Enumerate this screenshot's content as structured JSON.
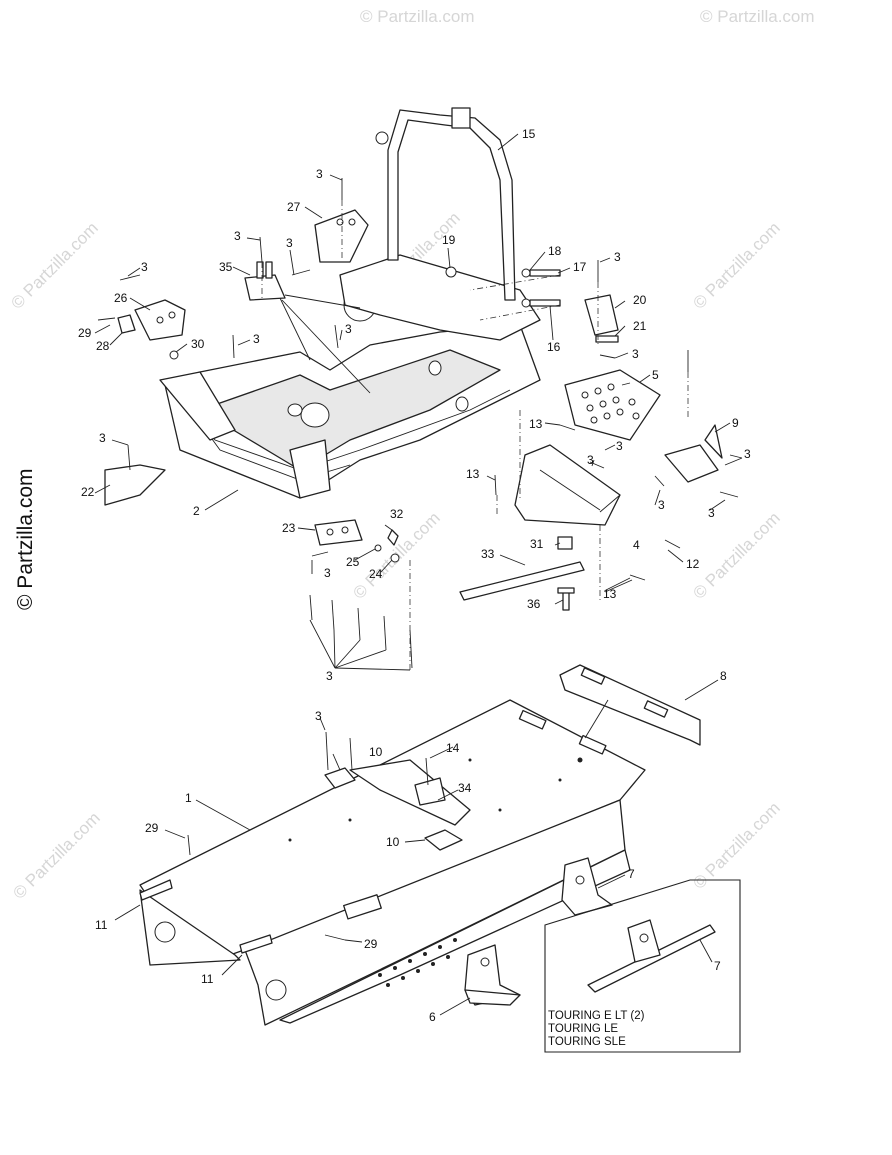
{
  "watermark": {
    "text": "© Partzilla.com",
    "side_text": "© Partzilla.com"
  },
  "callouts": {
    "n1": "1",
    "n2": "2",
    "n3": "3",
    "n4": "4",
    "n5": "5",
    "n6": "6",
    "n7": "7",
    "n8": "8",
    "n9": "9",
    "n10": "10",
    "n11": "11",
    "n12": "12",
    "n13": "13",
    "n14": "14",
    "n15": "15",
    "n16": "16",
    "n17": "17",
    "n18": "18",
    "n19": "19",
    "n20": "20",
    "n21": "21",
    "n22": "22",
    "n23": "23",
    "n24": "24",
    "n25": "25",
    "n26": "26",
    "n27": "27",
    "n28": "28",
    "n29": "29",
    "n30": "30",
    "n31": "31",
    "n32": "32",
    "n33": "33",
    "n34": "34",
    "n35": "35",
    "n36": "36"
  },
  "inset": {
    "lines": [
      "TOURING E LT (2)",
      "TOURING LE",
      "TOURING SLE"
    ]
  },
  "colors": {
    "line": "#222222",
    "watermark": "#d6d6d6",
    "background": "#ffffff"
  }
}
